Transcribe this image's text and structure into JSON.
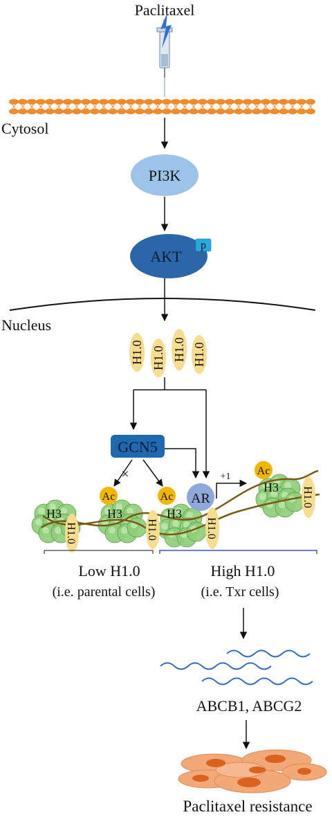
{
  "drug": {
    "label": "Paclitaxel"
  },
  "compartments": {
    "cytosol": "Cytosol",
    "nucleus": "Nucleus"
  },
  "nodes": {
    "pi3k": "PI3K",
    "akt": "AKT",
    "phospho": "p",
    "h1_label": "H1.0",
    "gcn5": "GCN5",
    "ar": "AR",
    "acetyl": "Ac",
    "h3": "H3",
    "plus_one": "+1"
  },
  "groups": {
    "low": {
      "title": "Low H1.0",
      "subtitle": "(i.e. parental cells)"
    },
    "high": {
      "title": "High H1.0",
      "subtitle": "(i.e. Txr cells)"
    }
  },
  "genes": "ABCB1, ABCG2",
  "outcome": "Paclitaxel resistance",
  "colors": {
    "membrane": "#f08a2c",
    "pi3k": "#9cc3e8",
    "akt": "#2b67a8",
    "phospho": "#29a8e0",
    "h1": "#f6dd8f",
    "gcn5": "#1f69b0",
    "ar": "#8fa8db",
    "acetyl": "#f2b600",
    "nucleosome": "#8fce7a",
    "dna": "#7a5a12",
    "mrna": "#2f6cc0",
    "cells": "#f3a878",
    "cell_nucleus": "#d8621e",
    "bracket_high": "#3a55c8"
  }
}
